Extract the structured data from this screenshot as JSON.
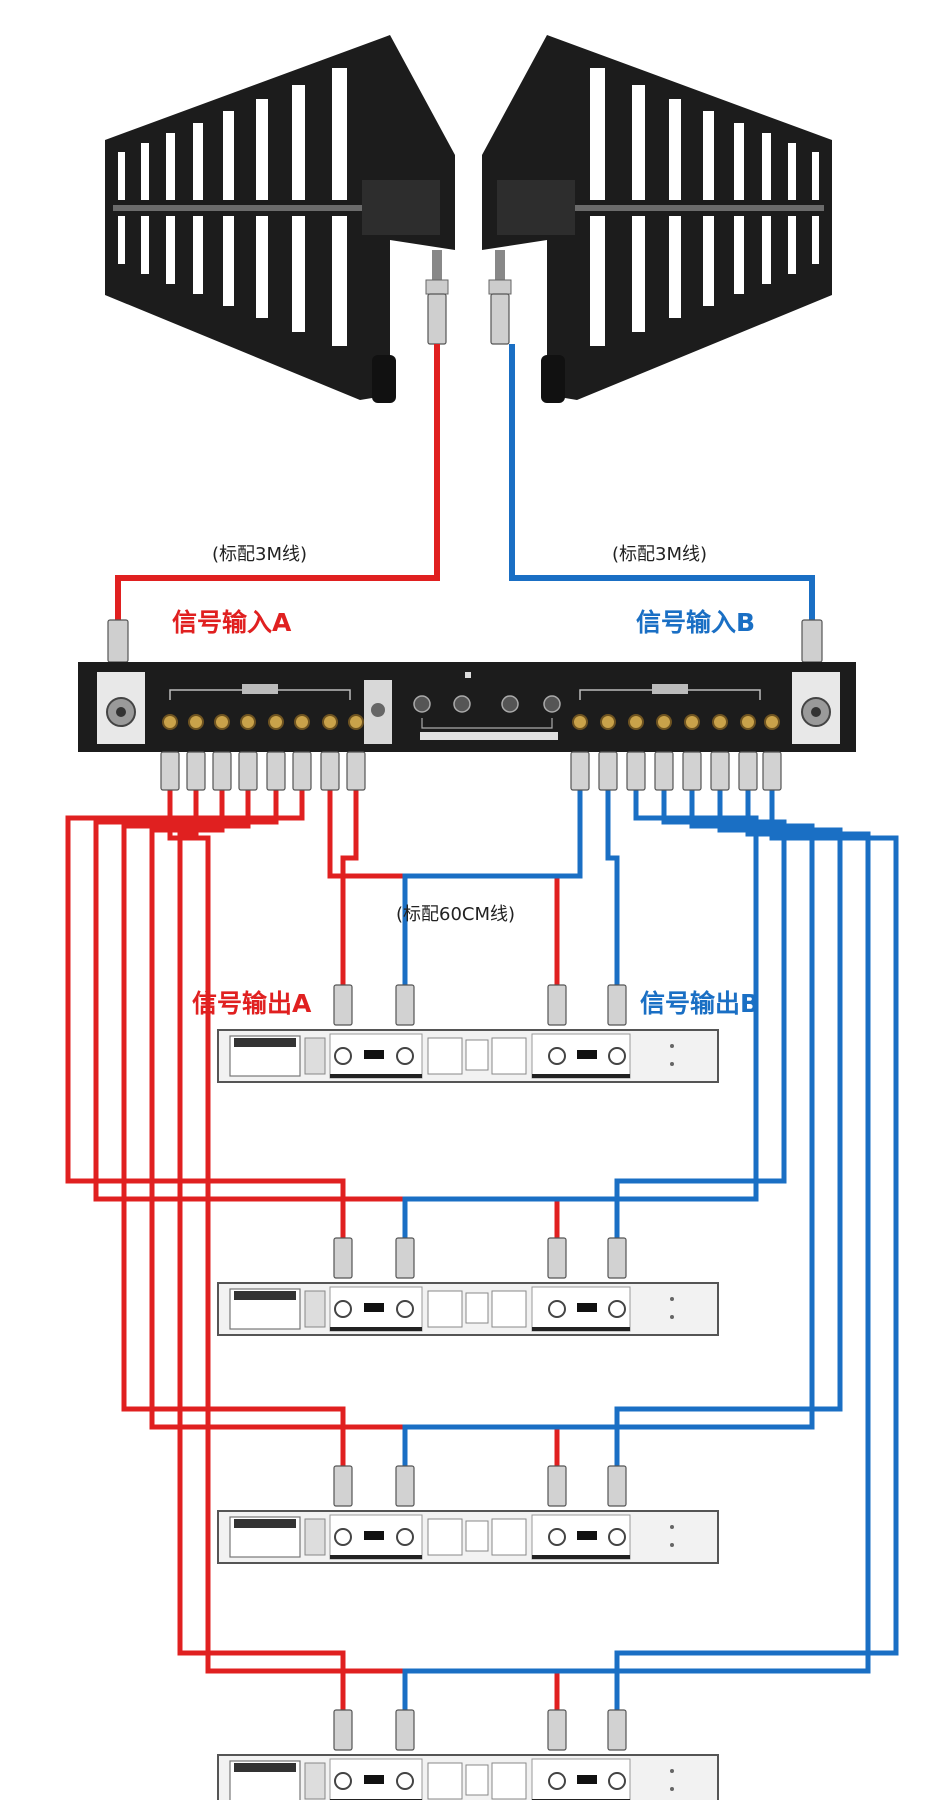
{
  "labels": {
    "cable_3m_left": "(标配3M线)",
    "cable_3m_right": "(标配3M线)",
    "input_a": "信号输入A",
    "input_b": "信号输入B",
    "cable_60cm": "(标配60CM线)",
    "output_a": "信号输出A",
    "output_b": "信号输出B"
  },
  "colors": {
    "channel_a": "#e02020",
    "channel_b": "#1a6fc4",
    "hardware": "#1c1c1c",
    "receiver_panel": "#f2f2f2"
  },
  "icons": [
    "antenna-icon",
    "distributor-icon",
    "receiver-icon",
    "bnc-connector-icon"
  ],
  "receivers": {
    "count": 4
  }
}
